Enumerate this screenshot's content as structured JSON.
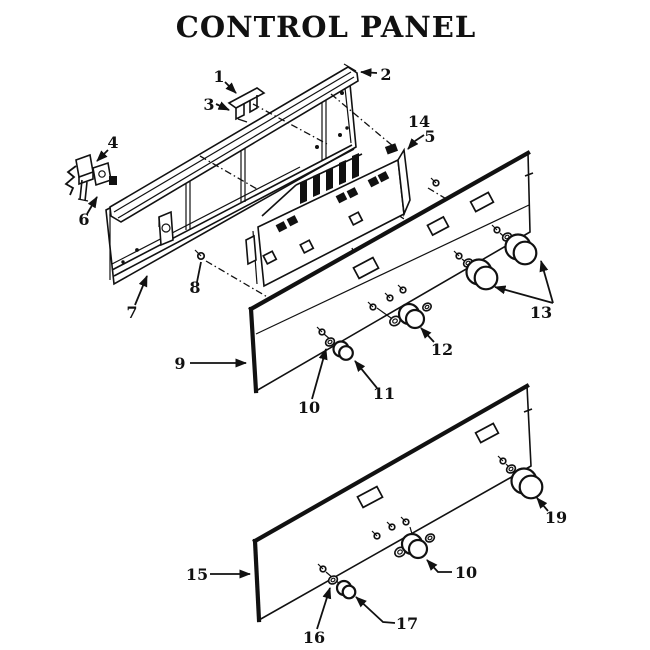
{
  "title": "CONTROL PANEL",
  "colors": {
    "ink": "#111111",
    "paper": "#ffffff"
  },
  "labels": {
    "p1": "1",
    "p2": "2",
    "p3": "3",
    "p4": "4",
    "p5": "5",
    "p6": "6",
    "p7": "7",
    "p8": "8",
    "p9": "9",
    "p10_upper": "10",
    "p11": "11",
    "p12": "12",
    "p13": "13",
    "p14": "14",
    "p15": "15",
    "p16": "16",
    "p17": "17",
    "p10_lower": "10",
    "p19": "19"
  }
}
